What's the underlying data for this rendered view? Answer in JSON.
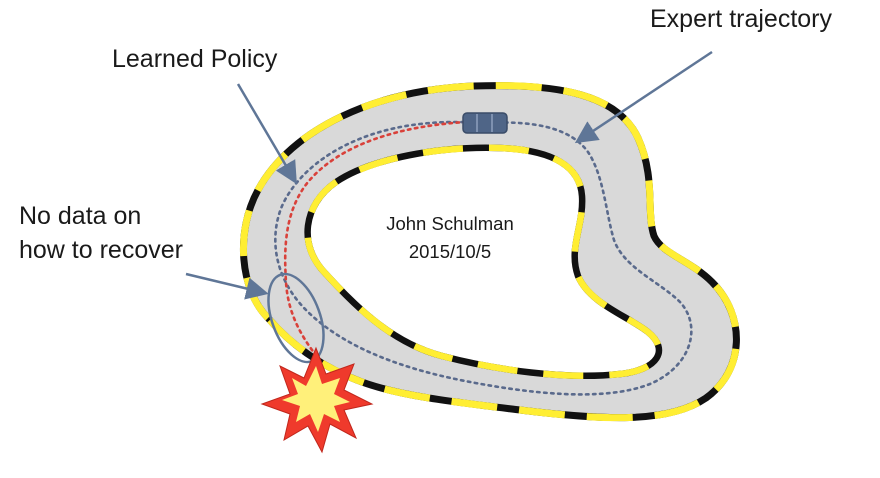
{
  "labels": {
    "expert_trajectory": "Expert trajectory",
    "learned_policy": "Learned Policy",
    "no_data_line1": "No data on",
    "no_data_line2": "how to recover",
    "author": "John Schulman",
    "date": "2015/10/5"
  },
  "colors": {
    "track_fill": "#d9d9d9",
    "track_edge_black": "#111111",
    "track_edge_yellow": "#ffee33",
    "expert_path": "#5a6a8c",
    "learned_path": "#d9413a",
    "arrow": "#5f7697",
    "car": "#4f6587",
    "crash_outer": "#ef3a2c",
    "crash_inner": "#fff07a"
  },
  "icons": {
    "car": "car-icon",
    "crash": "crash-burst-icon"
  }
}
